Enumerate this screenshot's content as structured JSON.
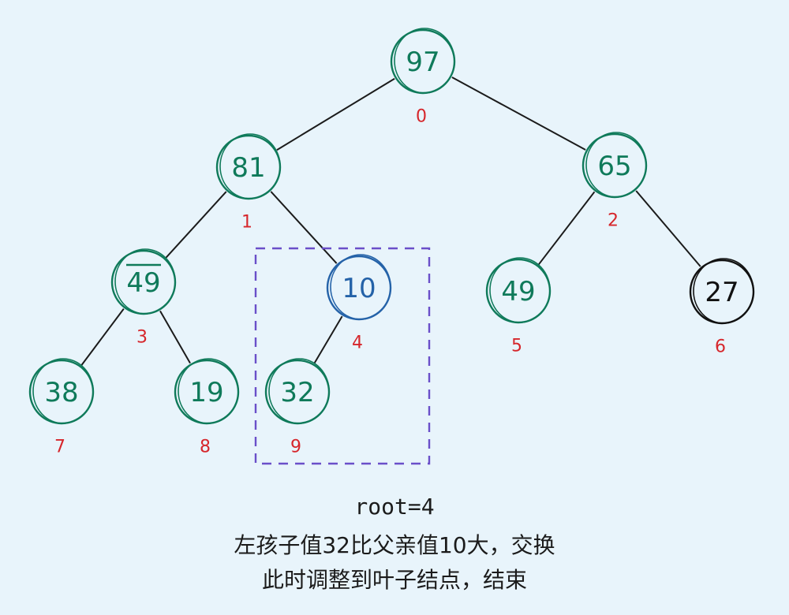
{
  "colors": {
    "background": "#e8f4fb",
    "default_node": "#0f7a5a",
    "current_node": "#2462a8",
    "untouched_node": "#111111",
    "index_label": "#d6262b",
    "focus_box": "#6a4fc9",
    "edge": "#1b1b1b"
  },
  "tree": {
    "nodes": [
      {
        "index": "0",
        "value": "97",
        "state": "default"
      },
      {
        "index": "1",
        "value": "81",
        "state": "default"
      },
      {
        "index": "2",
        "value": "65",
        "state": "default"
      },
      {
        "index": "3",
        "value": "49",
        "state": "default",
        "overline": true
      },
      {
        "index": "4",
        "value": "10",
        "state": "current"
      },
      {
        "index": "5",
        "value": "49",
        "state": "default"
      },
      {
        "index": "6",
        "value": "27",
        "state": "untouched"
      },
      {
        "index": "7",
        "value": "38",
        "state": "default"
      },
      {
        "index": "8",
        "value": "19",
        "state": "default"
      },
      {
        "index": "9",
        "value": "32",
        "state": "default"
      }
    ],
    "edges": [
      [
        0,
        1
      ],
      [
        0,
        2
      ],
      [
        1,
        3
      ],
      [
        1,
        4
      ],
      [
        2,
        5
      ],
      [
        2,
        6
      ],
      [
        3,
        7
      ],
      [
        3,
        8
      ],
      [
        4,
        9
      ]
    ],
    "focus_subtree_root": 4
  },
  "caption": {
    "title": "root=4",
    "line1": "左孩子值32比父亲值10大，交换",
    "line2": "此时调整到叶子结点，结束"
  }
}
